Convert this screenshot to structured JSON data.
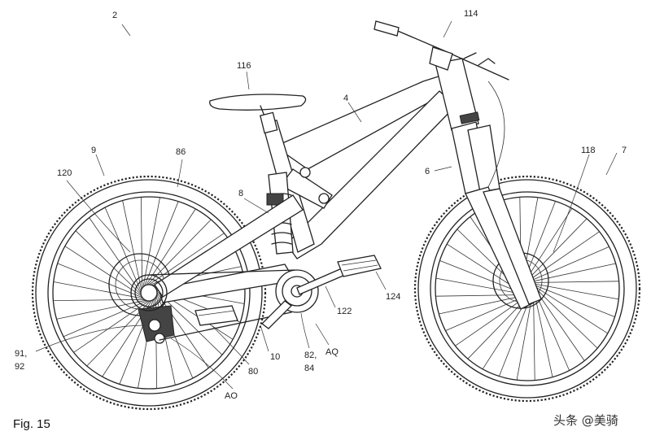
{
  "figure": {
    "caption": "Fig. 15",
    "watermark": "头条 @美骑"
  },
  "labels": {
    "l2": "2",
    "l114": "114",
    "l116": "116",
    "l4": "4",
    "l9": "9",
    "l86": "86",
    "l120": "120",
    "l8": "8",
    "l6": "6",
    "l118": "118",
    "l7": "7",
    "l124": "124",
    "l122": "122",
    "l91": "91,",
    "l92": "92",
    "l10": "10",
    "l80": "80",
    "l82": "82,",
    "l84": "84",
    "lAQ": "AQ",
    "lAO": "AO"
  }
}
